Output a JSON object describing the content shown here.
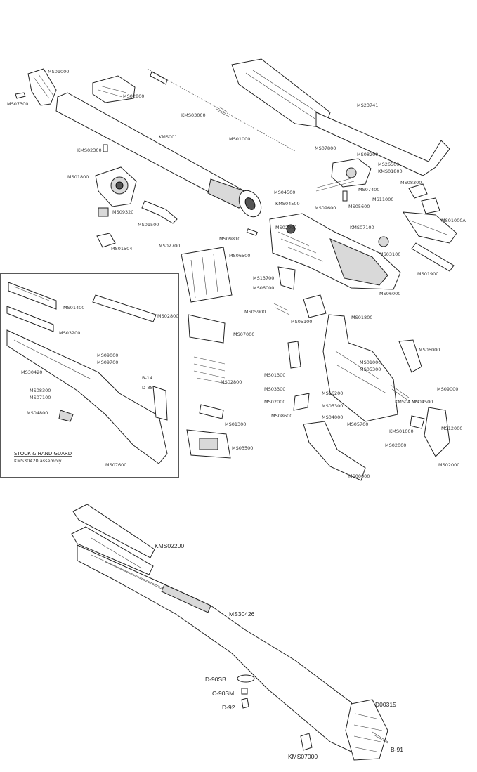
{
  "upper_labels": {
    "front_sight": "MS01000",
    "pin_left": "MS07300",
    "gas_cylinder_lock": "MS02800",
    "barrel_handguard_upper": "MS23741",
    "op_spring_guide": "KMS03000",
    "barrel": "KMS001",
    "op_rod_spring": "MS01000",
    "stud": "KMS02300",
    "gas_cylinder": "MS01800",
    "gas_plug": "MS09320",
    "piston": "MS01500",
    "valve": "MS01504",
    "bolt_pin_a": "MS07800",
    "bolt_pin_b": "MS08200",
    "bolt_a": "MS26500",
    "bolt_b": "KMS01800",
    "extractor": "MS07400",
    "ejector_a": "MS04500",
    "firing_pin": "KMS04500",
    "ejector_b": "MS09600",
    "ejector_spring": "MS05600",
    "rear_sight_a": "MS08300",
    "rear_sight_b": "MS11000",
    "bolt_roller": "MS01000A",
    "pin_c": "KMS07100",
    "pin_d": "MS09810",
    "receiver_pin": "MS06500",
    "clip_guide": "MS02000",
    "magazine": "MS02700",
    "spring_pin": "MS05900",
    "clip_latch": "MS13700",
    "clip_latch_spring": "MS06000",
    "op_rod_catch": "MS05100",
    "receiver": "MS06000",
    "catch_plunger": "MS03100",
    "op_rod_stop": "MS01900"
  },
  "stock_box": {
    "title": "STOCK & HAND GUARD",
    "subtitle": "KMS30420 assembly",
    "labels": {
      "handguard_upper": "MS01400",
      "handguard_lower": "MS03200",
      "stock": "MS30420",
      "ferrule_a": "MS09000",
      "ferrule_b": "MS09700",
      "ferrule_c": "MS08300",
      "ferrule_d": "MS07100",
      "lug": "MS02800",
      "lug_screw": "MS04800",
      "swivel_a": "B-14",
      "swivel_b": "D-88",
      "buttplate": "MS07600"
    }
  },
  "trigger_labels": {
    "follower": "MS07000",
    "hammer_spring": "MS02800",
    "spring_group_a": "MS01300",
    "sear": "MS03500",
    "trigger_a": "MS01800",
    "pin_e": "MS01000",
    "hammer": "MS05300",
    "safety": "MS01300",
    "trigger_b": "MS02000",
    "housing": "MS05300",
    "plunger": "MS08600",
    "safety_spring": "MS05700",
    "trigger_guard": "MS00000",
    "trigger_guard_b": "MS06000",
    "spring_c": "KMS04700",
    "pin_f": "KMS01000",
    "hammer_plunger": "MS12000",
    "trigger_pin": "MS02000",
    "trigger_c": "MS09000",
    "sear_b": "MS04500",
    "bar_a": "MS03300",
    "bar_b": "MS16200",
    "bar_c": "MS04000",
    "housing_b": "MS02000"
  },
  "bottom_labels": {
    "handguard": "KMS02200",
    "stock": "MS30426",
    "swivel_base": "D-90SB",
    "swivel_screw": "C-90SM",
    "swivel": "D-92",
    "buttplate": "D00315",
    "buttplate_screw": "B-91",
    "grip_cap": "KMS07000"
  }
}
